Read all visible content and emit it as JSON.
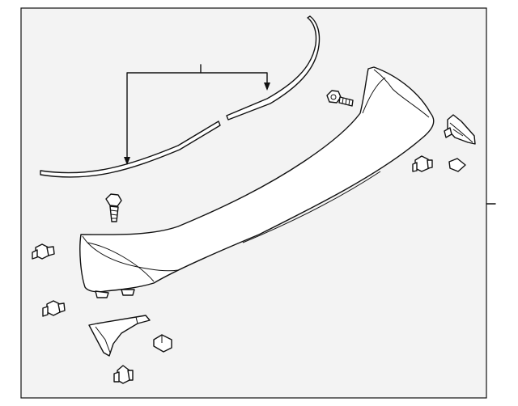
{
  "diagram": {
    "background": "#f3f3f3",
    "line_color": "#111111",
    "parts": [
      {
        "name": "spoiler"
      },
      {
        "name": "molding-strip"
      },
      {
        "name": "upper-bolt"
      },
      {
        "name": "left-bolt"
      },
      {
        "name": "nut-left-upper"
      },
      {
        "name": "nut-left-lower"
      },
      {
        "name": "nut-bottom"
      },
      {
        "name": "nut-right"
      },
      {
        "name": "right-end-cap"
      },
      {
        "name": "left-end-cap"
      },
      {
        "name": "pad-right"
      },
      {
        "name": "pad-left"
      }
    ]
  }
}
